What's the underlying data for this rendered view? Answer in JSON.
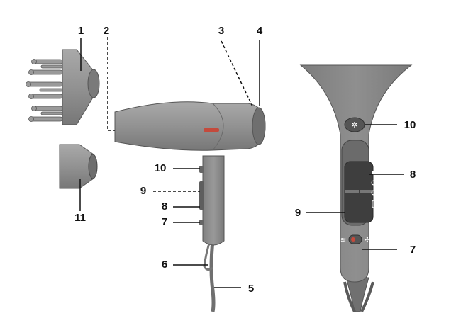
{
  "callouts": {
    "c1": "1",
    "c2": "2",
    "c3": "3",
    "c4": "4",
    "c5": "5",
    "c6": "6",
    "c7_left": "7",
    "c8_left": "8",
    "c9_left": "9",
    "c10_left": "10",
    "c11": "11",
    "c10_right": "10",
    "c8_right": "8",
    "c9_right": "9",
    "c7_right": "7"
  },
  "switch_scale": {
    "s2": "2",
    "s1": "1",
    "s0": "0"
  },
  "colors": {
    "body": "#8e8e8e",
    "body_dark": "#6f6f6f",
    "body_light": "#a8a8a8",
    "switch": "#3e3e3e",
    "line": "#111111",
    "accent": "#c44a3c"
  }
}
